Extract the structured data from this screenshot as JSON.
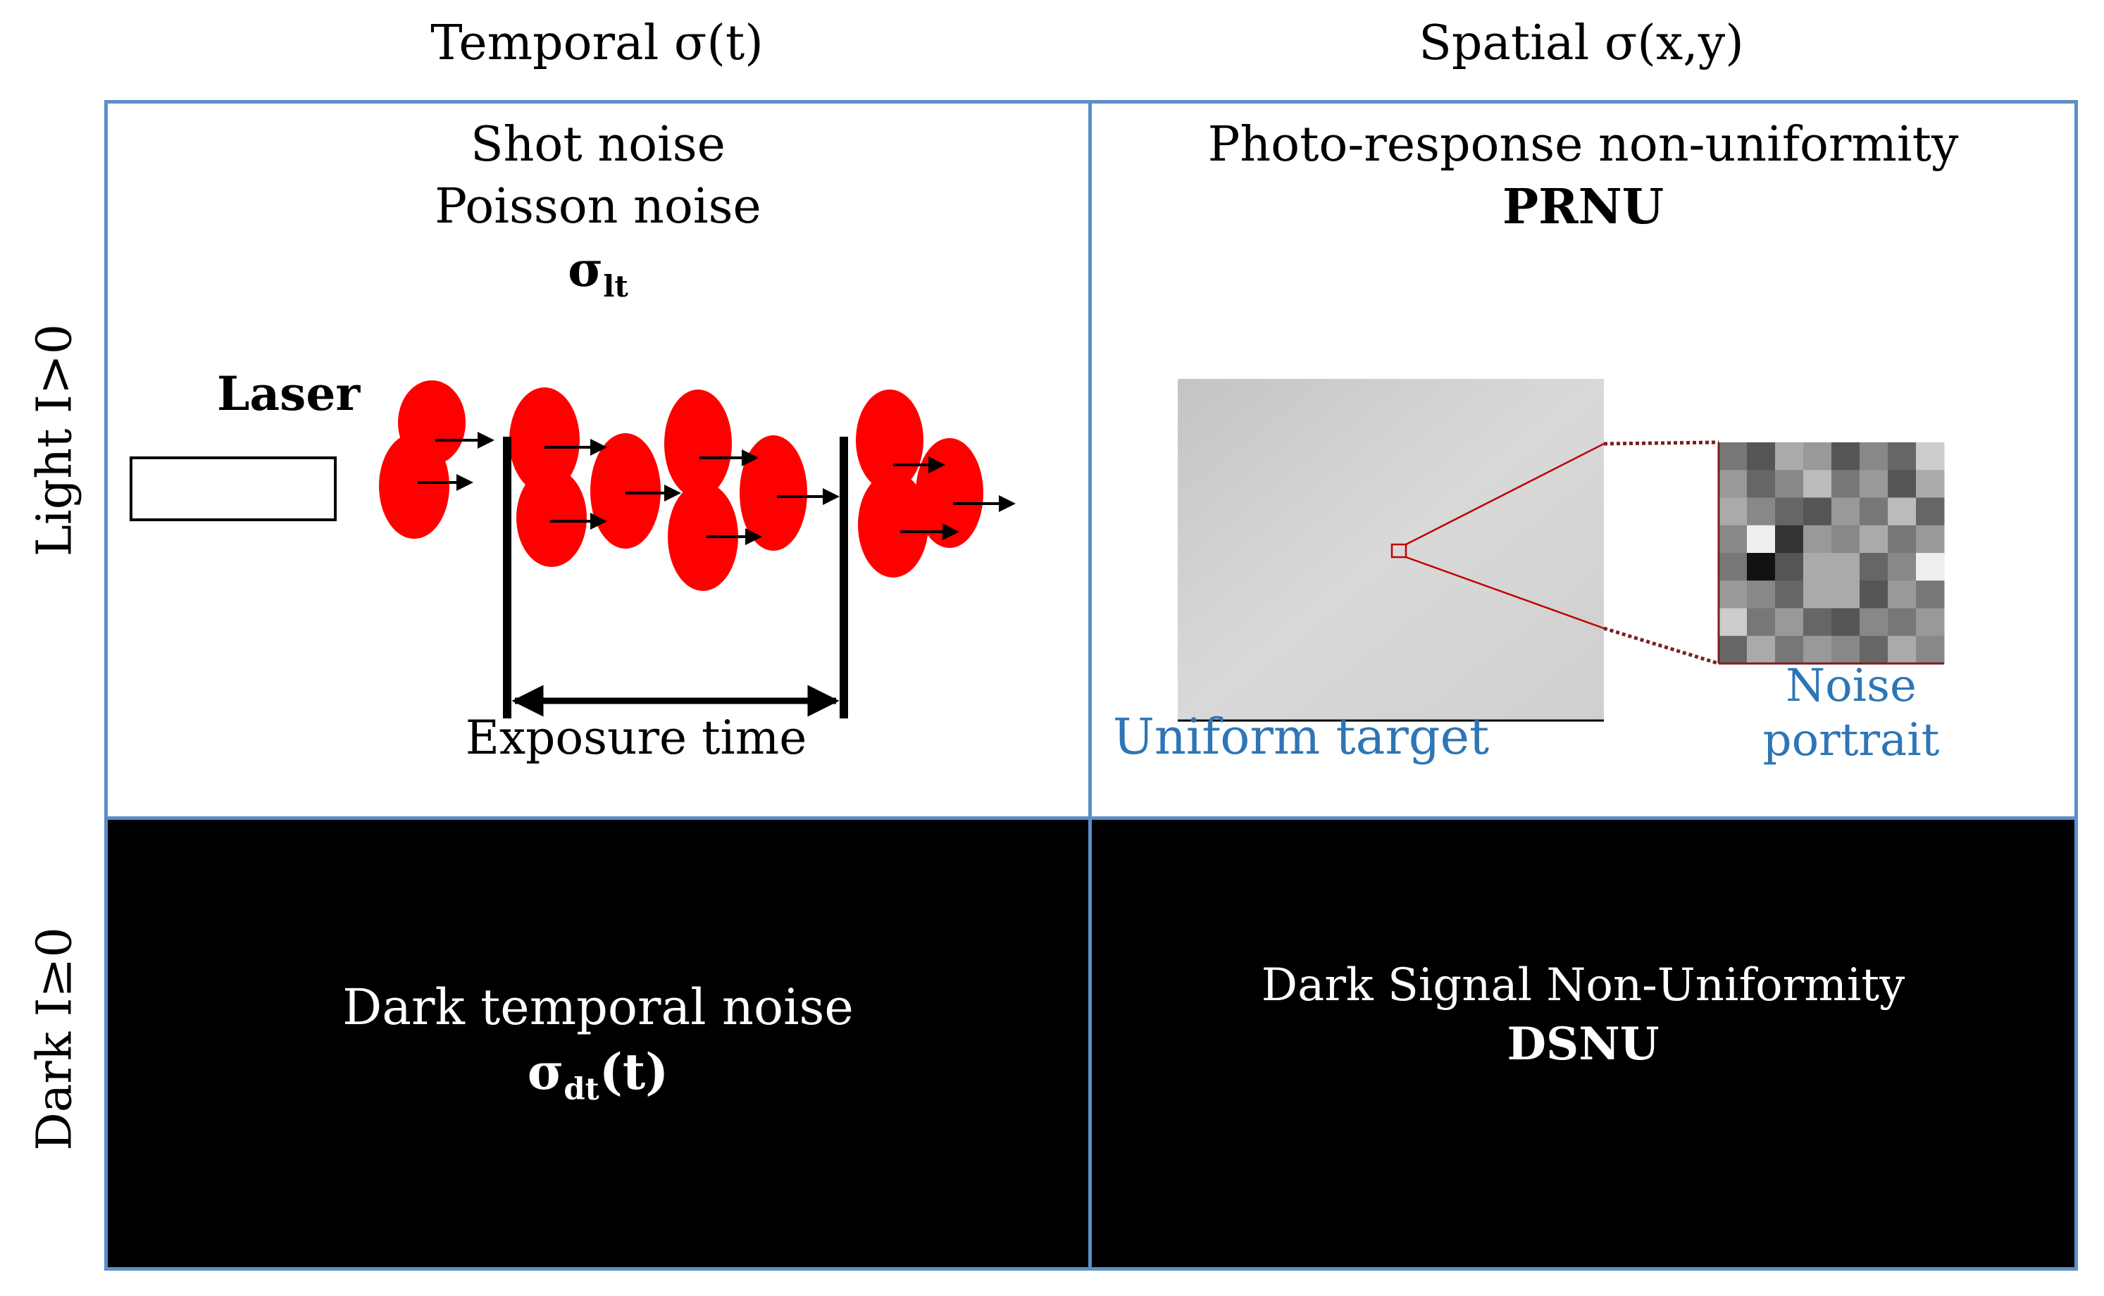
{
  "columns": {
    "temporal": "Temporal σ(t)",
    "spatial": "Spatial σ(x,y)"
  },
  "rows": {
    "light": "Light I>0",
    "dark": "Dark I≥0"
  },
  "light_temporal": {
    "line1": "Shot noise",
    "line2": "Poisson noise",
    "symbol": "σ",
    "symbol_sub": "lt",
    "laser_label": "Laser",
    "exposure_label": "Exposure time"
  },
  "light_spatial": {
    "line1": "Photo-response non-uniformity",
    "acronym": "PRNU",
    "uniform_label": "Uniform target",
    "noise_label_1": "Noise",
    "noise_label_2": "portrait"
  },
  "dark_temporal": {
    "line1": "Dark temporal noise",
    "symbol": "σ",
    "symbol_sub": "dt",
    "symbol_suffix": "(t)"
  },
  "dark_spatial": {
    "line1": "Dark Signal Non-Uniformity",
    "acronym": "DSNU"
  },
  "colors": {
    "border": "#5b8fc9",
    "photon": "#ff0000",
    "label_blue": "#2e75b6",
    "zoom_line": "#c00000"
  }
}
